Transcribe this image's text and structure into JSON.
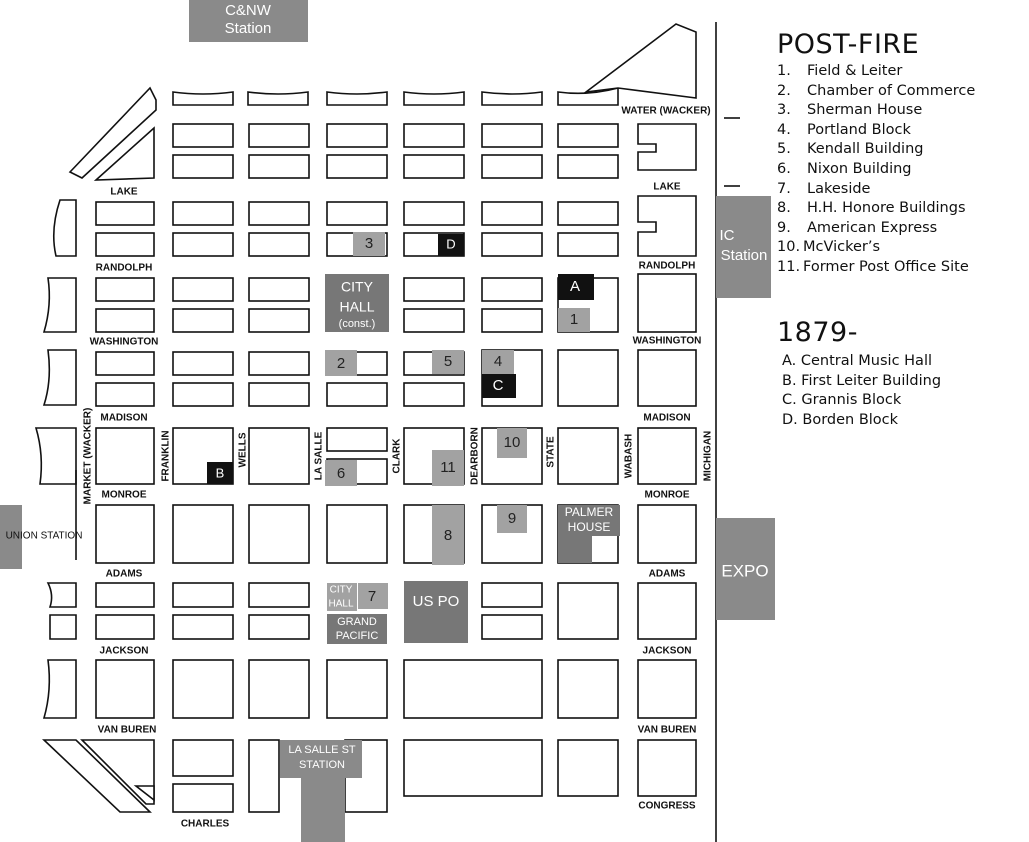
{
  "legend_postfire": {
    "title": "POST-FIRE",
    "items": [
      {
        "num": "1.",
        "text": "Field & Leiter"
      },
      {
        "num": "2.",
        "text": "Chamber of Commerce"
      },
      {
        "num": "3.",
        "text": "Sherman House"
      },
      {
        "num": "4.",
        "text": "Portland Block"
      },
      {
        "num": "5.",
        "text": "Kendall Building"
      },
      {
        "num": "6.",
        "text": "Nixon Building"
      },
      {
        "num": "7.",
        "text": "Lakeside"
      },
      {
        "num": "8.",
        "text": "H.H. Honore Buildings"
      },
      {
        "num": "9.",
        "text": "American Express"
      },
      {
        "num": "10.",
        "text": "McVicker’s"
      },
      {
        "num": "11.",
        "text": "Former Post Office Site"
      }
    ]
  },
  "legend_1879": {
    "title": "1879-",
    "items": [
      {
        "text": "A. Central Music Hall"
      },
      {
        "text": "B. First Leiter Building"
      },
      {
        "text": "C. Grannis Block"
      },
      {
        "text": "D. Borden Block"
      }
    ]
  },
  "stations": {
    "cnw": [
      "C&NW",
      "Station"
    ],
    "ic": [
      "IC",
      "Station"
    ],
    "union": "UNION STATION",
    "expo": "EXPO",
    "lasalle": [
      "LA SALLE ST",
      "STATION"
    ]
  },
  "places": {
    "city_hall_const": [
      "CITY",
      "HALL",
      "(const.)"
    ],
    "palmer_house": [
      "PALMER",
      "HOUSE"
    ],
    "us_po": "US PO",
    "city_hall": [
      "CITY",
      "HALL"
    ],
    "grand_pacific": [
      "GRAND",
      "PACIFIC"
    ]
  },
  "markers": {
    "m1": "1",
    "m2": "2",
    "m3": "3",
    "m4": "4",
    "m5": "5",
    "m6": "6",
    "m7": "7",
    "m8": "8",
    "m9": "9",
    "m10": "10",
    "m11": "11",
    "mA": "A",
    "mB": "B",
    "mC": "C",
    "mD": "D"
  },
  "streets": {
    "lake": "LAKE",
    "randolph": "RANDOLPH",
    "washington": "WASHINGTON",
    "madison": "MADISON",
    "monroe": "MONROE",
    "adams": "ADAMS",
    "jackson": "JACKSON",
    "van_buren": "VAN BUREN",
    "congress": "CONGRESS",
    "charles": "CHARLES",
    "water_wacker": "WATER (WACKER)",
    "market_wacker": "MARKET (WACKER)",
    "franklin": "FRANKLIN",
    "wells": "WELLS",
    "la_salle": "LA SALLE",
    "clark": "CLARK",
    "dearborn": "DEARBORN",
    "state": "STATE",
    "wabash": "WABASH",
    "michigan": "MICHIGAN"
  }
}
